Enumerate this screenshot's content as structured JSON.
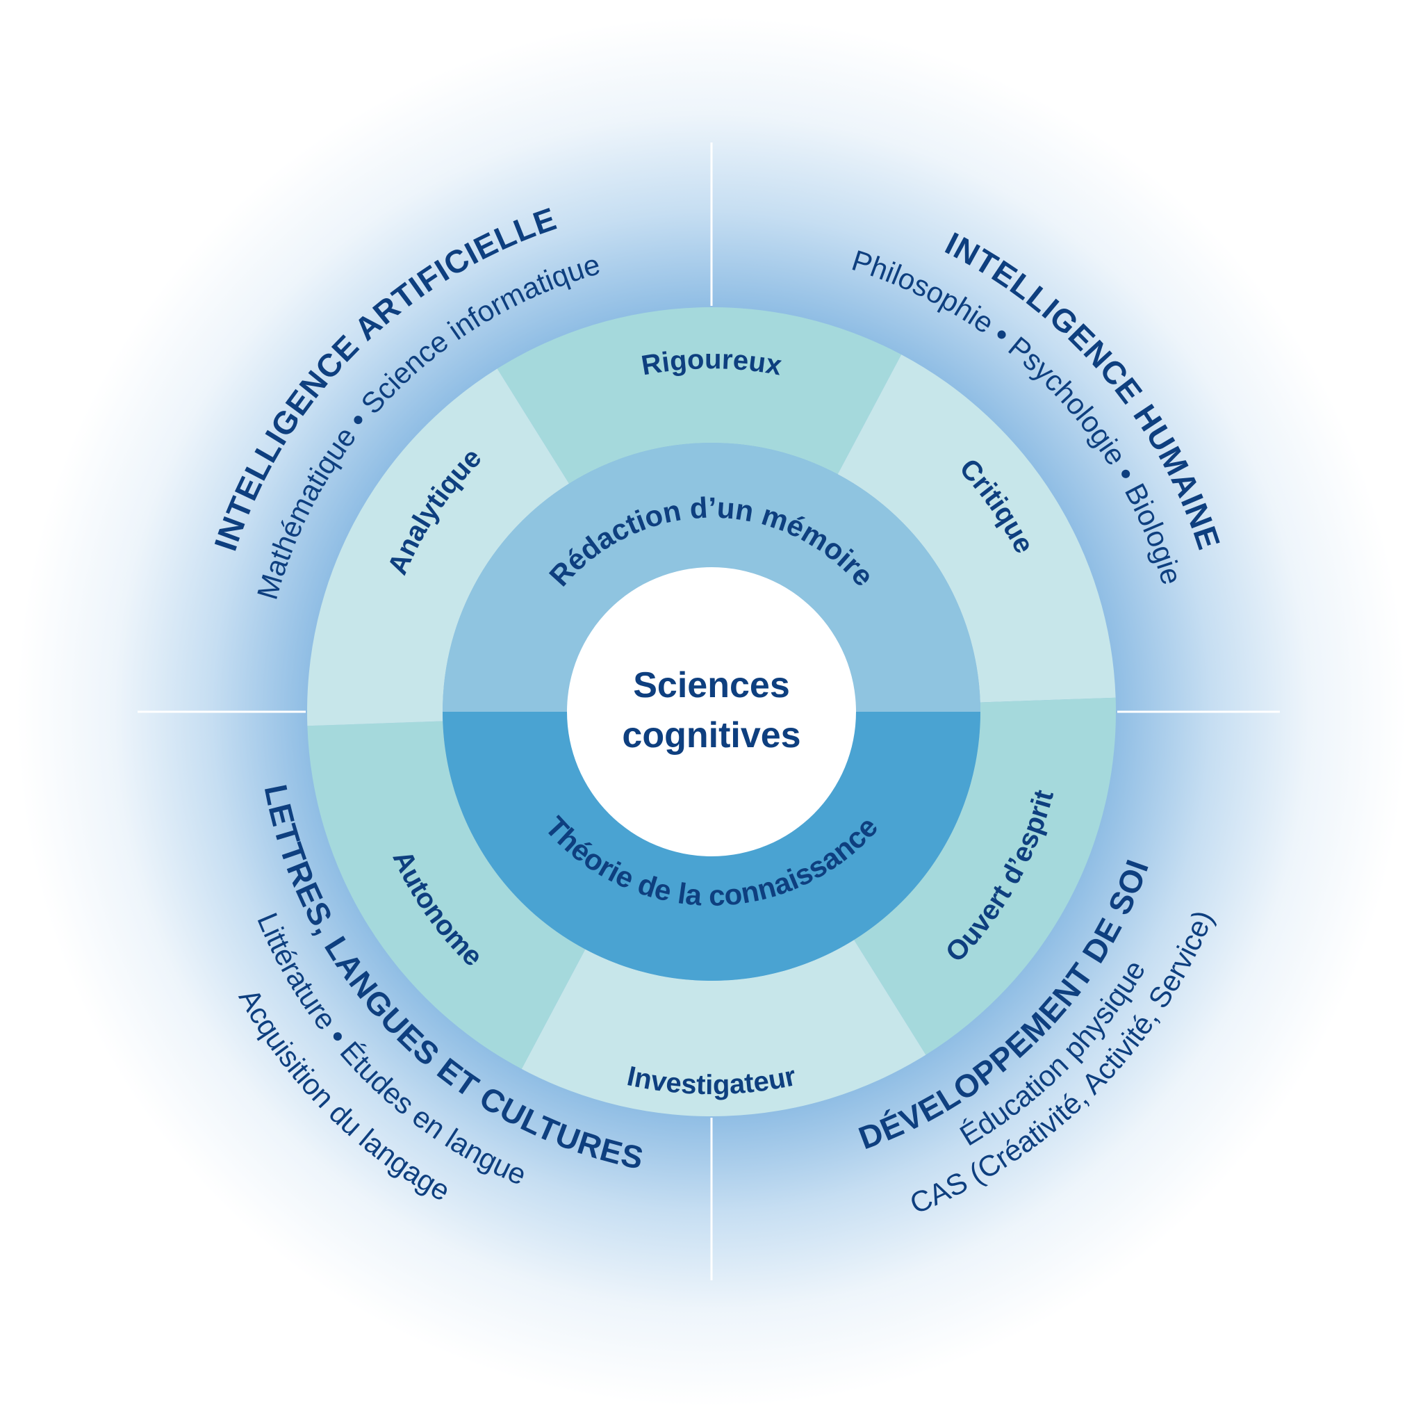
{
  "center": {
    "line1": "Sciences",
    "line2": "cognitives"
  },
  "inner_ring": {
    "top": "Rédaction d’un mémoire",
    "bottom": "Théorie de la connaissance"
  },
  "traits": [
    "Rigoureux",
    "Critique",
    "Ouvert d’esprit",
    "Investigateur",
    "Autonome",
    "Analytique"
  ],
  "quadrants": {
    "top_left": {
      "title": "INTELLIGENCE ARTIFICIELLE",
      "subjects": [
        "Mathématique",
        "•",
        "Science informatique"
      ]
    },
    "top_right": {
      "title": "INTELLIGENCE HUMAINE",
      "subjects": [
        "Philosophie",
        "•",
        "Psychologie",
        "•",
        "Biologie"
      ]
    },
    "bottom_left": {
      "title": "LETTRES, LANGUES ET CULTURES",
      "subjects": [
        "Littérature",
        "•",
        "Études en langue"
      ],
      "extra": "Acquisition du langage"
    },
    "bottom_right": {
      "title": "DÉVELOPPEMENT DE SOI",
      "subjects": [
        "Éducation physique"
      ],
      "cas_label": "CAS",
      "cas_detail": "(Créativité, Activité, Service)"
    }
  },
  "colors": {
    "text_dark": "#0e3f7f",
    "trait_dark": "#a5d9dc",
    "trait_light": "#c7e6ea",
    "ring_top": "#8fc4e0",
    "ring_bottom": "#4aa3d2",
    "center": "#ffffff",
    "halo": "#b9daf0"
  }
}
